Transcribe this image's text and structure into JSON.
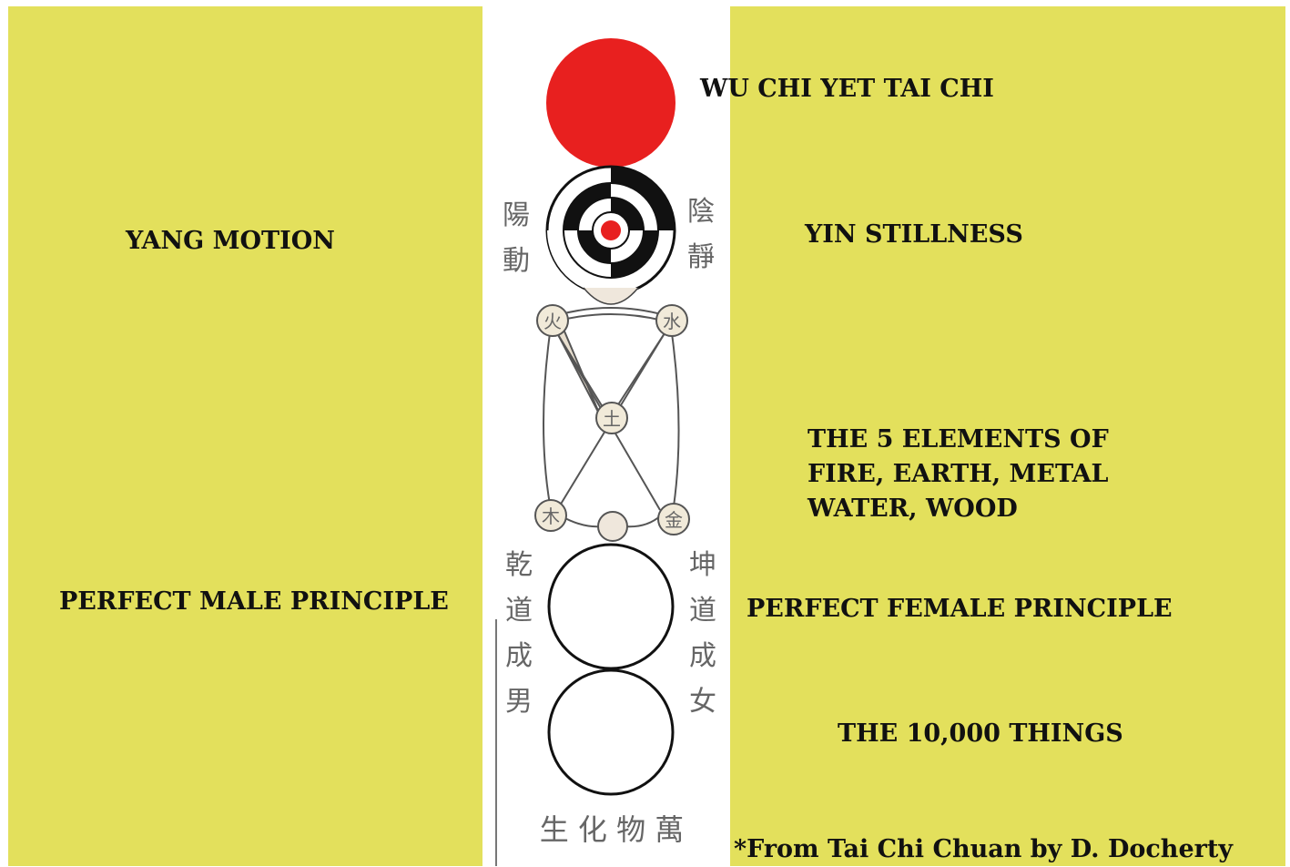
{
  "labels": {
    "wu_chi": "WU CHI YET TAI CHI",
    "yang_motion": "YANG MOTION",
    "yin_stillness": "YIN STILLNESS",
    "five_elements_line1": "THE 5 ELEMENTS OF",
    "five_elements_line2": "FIRE, EARTH, METAL",
    "five_elements_line3": "WATER, WOOD",
    "male_principle": "PERFECT MALE PRINCIPLE",
    "female_principle": "PERFECT FEMALE PRINCIPLE",
    "ten_thousand": "THE 10,000 THINGS",
    "source": "*From Tai Chi Chuan by D. Docherty"
  },
  "chinese": {
    "yang_dong_1": "陽",
    "yang_dong_2": "動",
    "yin_jing_1": "陰",
    "yin_jing_2": "靜",
    "fire": "火",
    "water": "水",
    "earth": "土",
    "wood": "木",
    "metal": "金",
    "qian_1": "乾",
    "qian_2": "道",
    "qian_3": "成",
    "qian_4": "男",
    "kun_1": "坤",
    "kun_2": "道",
    "kun_3": "成",
    "kun_4": "女",
    "wanwu": "生 化 物 萬"
  },
  "colors": {
    "background": "#e3e05c",
    "center": "#ffffff",
    "red": "#e8201f",
    "ink": "#111111"
  }
}
